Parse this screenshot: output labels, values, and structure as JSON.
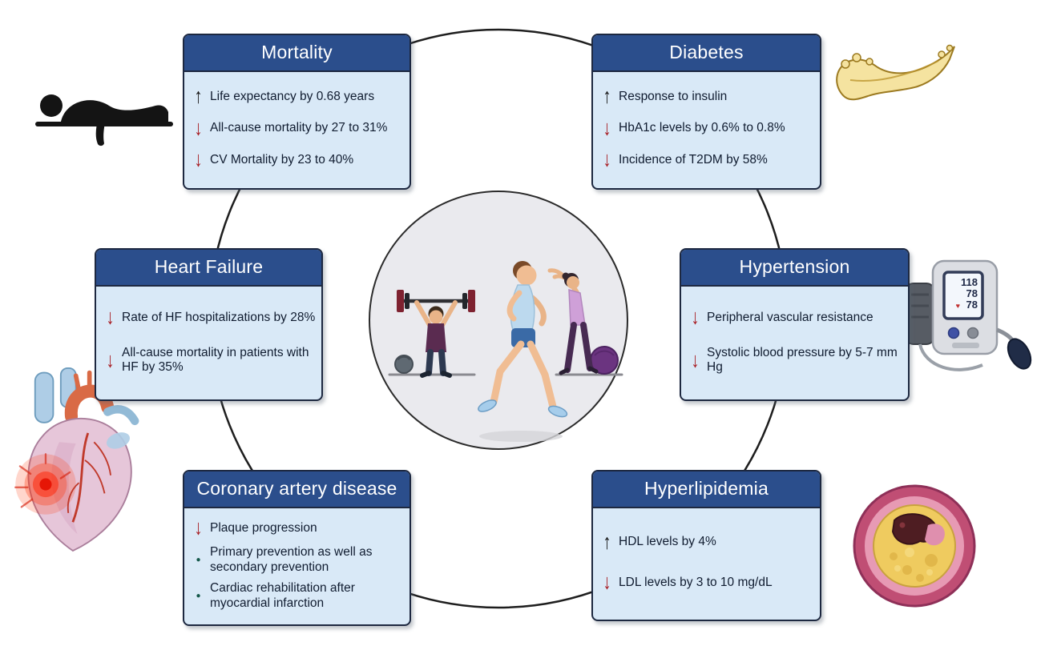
{
  "cards": {
    "mortality": {
      "title": "Mortality",
      "items": [
        {
          "dir": "up",
          "text": "Life expectancy by 0.68 years"
        },
        {
          "dir": "down",
          "text": "All-cause mortality by 27 to 31%"
        },
        {
          "dir": "down",
          "text": "CV Mortality by 23 to 40%"
        }
      ]
    },
    "diabetes": {
      "title": "Diabetes",
      "items": [
        {
          "dir": "up",
          "text": "Response to insulin"
        },
        {
          "dir": "down",
          "text": "HbA1c levels by 0.6% to 0.8%"
        },
        {
          "dir": "down",
          "text": "Incidence of T2DM by 58%"
        }
      ]
    },
    "heart_failure": {
      "title": "Heart Failure",
      "items": [
        {
          "dir": "down",
          "text": "Rate of HF hospitalizations by 28%"
        },
        {
          "dir": "down",
          "text": "All-cause mortality in patients with HF by 35%"
        }
      ]
    },
    "hypertension": {
      "title": "Hypertension",
      "items": [
        {
          "dir": "down",
          "text": "Peripheral vascular resistance"
        },
        {
          "dir": "down",
          "text": "Systolic blood pressure by 5-7 mm Hg"
        }
      ]
    },
    "coronary_artery_disease": {
      "title": "Coronary artery disease",
      "items": [
        {
          "dir": "down",
          "text": "Plaque progression"
        },
        {
          "dir": "bullet",
          "text": "Primary prevention as well as secondary prevention"
        },
        {
          "dir": "bullet",
          "text": "Cardiac rehabilitation after myocardial infarction"
        }
      ]
    },
    "hyperlipidemia": {
      "title": "Hyperlipidemia",
      "items": [
        {
          "dir": "up",
          "text": "HDL levels by 4%"
        },
        {
          "dir": "down",
          "text": "LDL levels by 3 to 10 mg/dL"
        }
      ]
    }
  },
  "bp_monitor": {
    "systolic": "118",
    "diastolic": "78",
    "pulse": "78"
  },
  "icons": {
    "up_arrow": "↑",
    "down_arrow": "↓",
    "bullet": "●",
    "pulse_heart": "♥"
  },
  "colors": {
    "header_bg": "#2b4e8c",
    "panel_bg": "#d9e9f7",
    "up_arrow": "#151515",
    "down_arrow": "#a81e24",
    "bullet": "#14584a"
  }
}
